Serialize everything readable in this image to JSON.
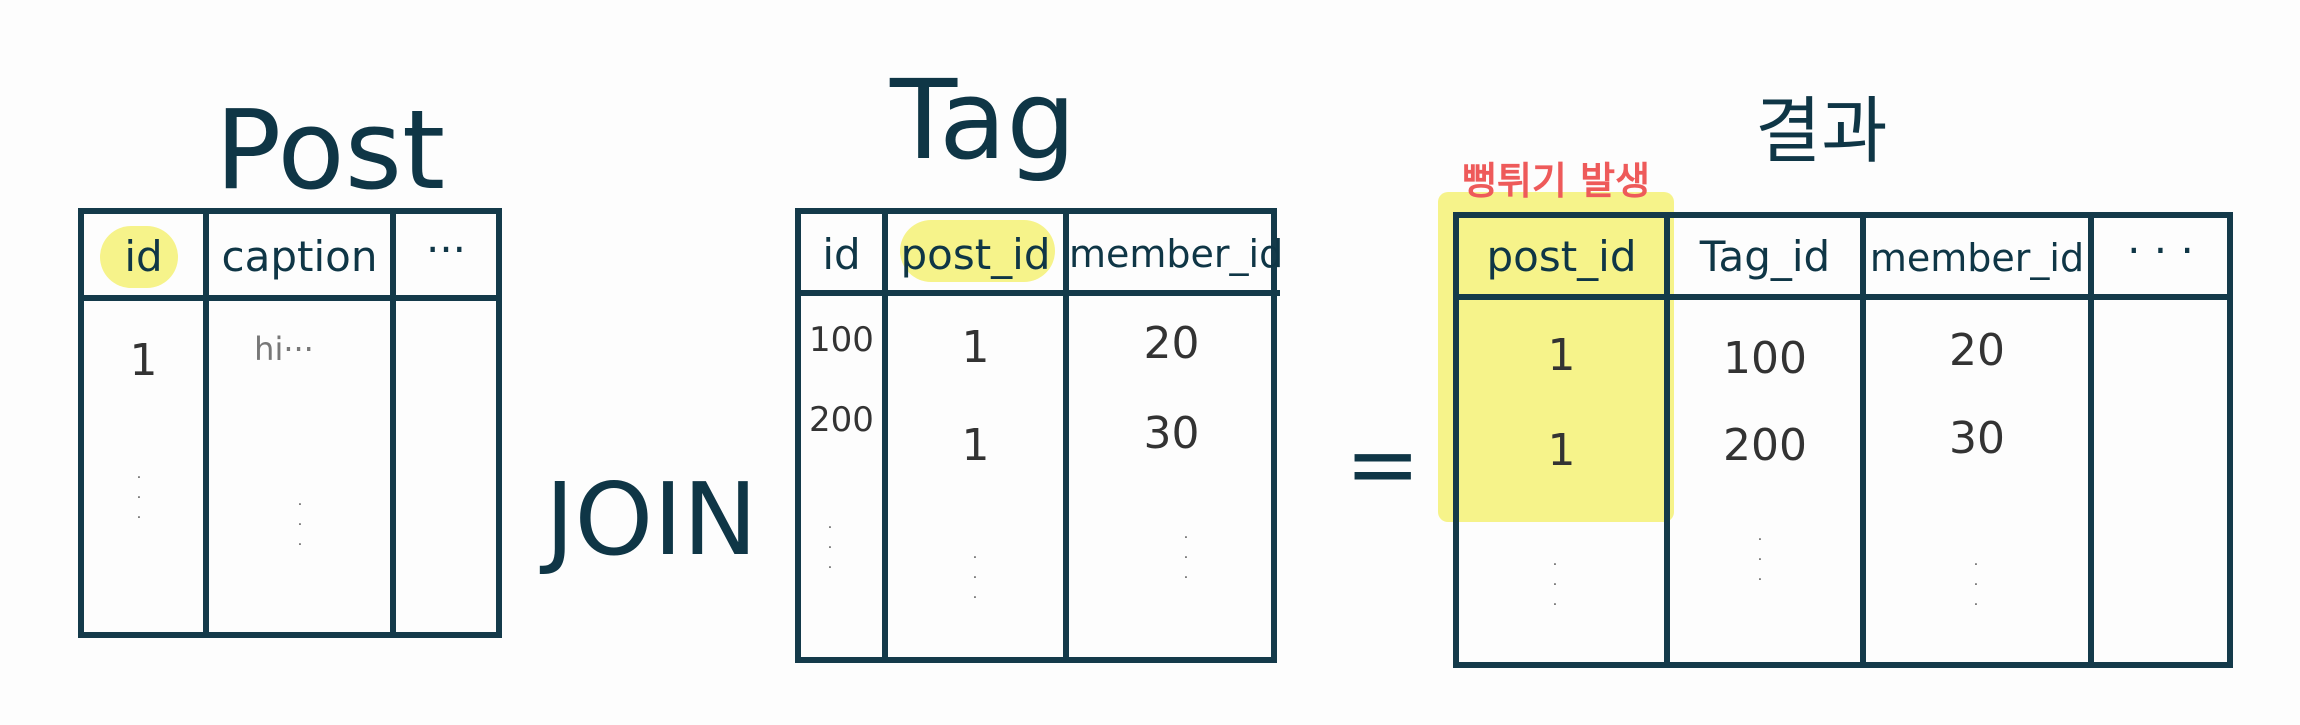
{
  "join_label": "JOIN",
  "equals_label": "=",
  "annotation": "뻥튀기 발생",
  "colors": {
    "ink": "#143a4a",
    "highlight": "#f6f38a",
    "annotation": "#ee5a5a"
  },
  "post": {
    "title": "Post",
    "headers": [
      "id",
      "caption",
      "···"
    ],
    "rows": [
      [
        "1",
        "hi···",
        ""
      ]
    ]
  },
  "tag": {
    "title": "Tag",
    "headers": [
      "id",
      "post_id",
      "member_id"
    ],
    "rows": [
      [
        "100",
        "1",
        "20"
      ],
      [
        "200",
        "1",
        "30"
      ]
    ]
  },
  "result": {
    "title": "결과",
    "headers": [
      "post_id",
      "Tag_id",
      "member_id",
      "· · ·"
    ],
    "rows": [
      [
        "1",
        "100",
        "20",
        ""
      ],
      [
        "1",
        "200",
        "30",
        ""
      ]
    ]
  }
}
